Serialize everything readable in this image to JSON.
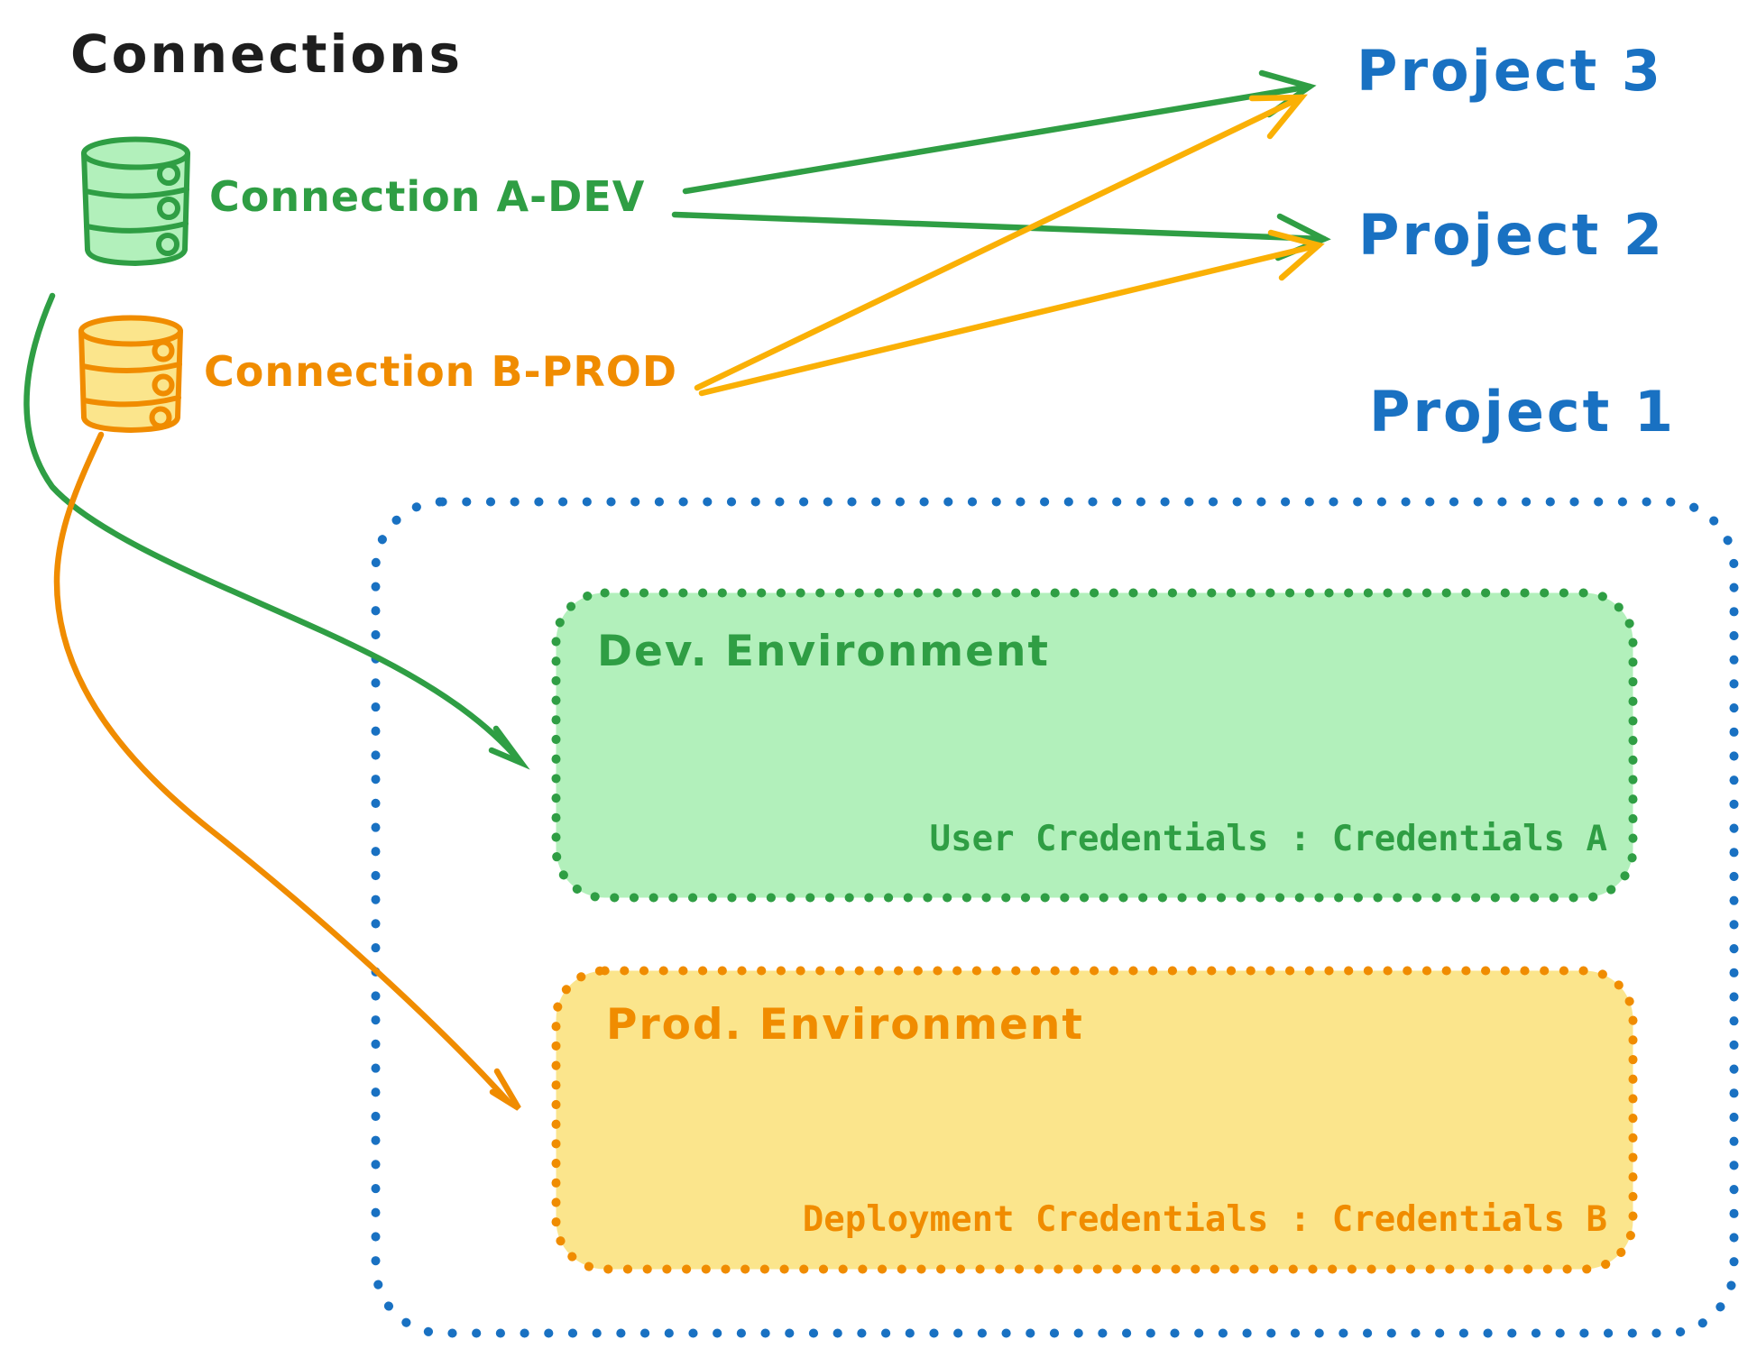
{
  "title": "Connections",
  "colors": {
    "black_text": "#1e1e1e",
    "green_stroke": "#2f9e44",
    "green_fill": "#b2f0bb",
    "orange_stroke": "#f08c00",
    "orange_arrow": "#fab005",
    "yellow_fill": "#fbe58c",
    "blue": "#1971c2",
    "background": "#ffffff"
  },
  "connections": [
    {
      "label": "Connection A-DEV",
      "icon": "database-cylinder",
      "color": "#2f9e44"
    },
    {
      "label": "Connection B-PROD",
      "icon": "database-cylinder",
      "color": "#f08c00"
    }
  ],
  "projects": [
    {
      "label": "Project 3"
    },
    {
      "label": "Project 2"
    },
    {
      "label": "Project 1"
    }
  ],
  "project1": {
    "environments": [
      {
        "name": "Dev. Environment",
        "credentials": "User Credentials : Credentials A",
        "color": "#2f9e44"
      },
      {
        "name": "Prod. Environment",
        "credentials": "Deployment Credentials : Credentials B",
        "color": "#f08c00"
      }
    ]
  },
  "edges": [
    {
      "from": "Connection A-DEV",
      "to": "Project 3",
      "style": "straight-arrow",
      "color": "#2f9e44"
    },
    {
      "from": "Connection A-DEV",
      "to": "Project 2",
      "style": "straight-arrow",
      "color": "#2f9e44"
    },
    {
      "from": "Connection B-PROD",
      "to": "Project 3",
      "style": "straight-arrow",
      "color": "#fab005"
    },
    {
      "from": "Connection B-PROD",
      "to": "Project 2",
      "style": "straight-arrow",
      "color": "#fab005"
    },
    {
      "from": "Connection A-DEV",
      "to": "Dev. Environment",
      "style": "curved-arrow",
      "color": "#2f9e44"
    },
    {
      "from": "Connection B-PROD",
      "to": "Prod. Environment",
      "style": "curved-arrow",
      "color": "#f08c00"
    }
  ]
}
